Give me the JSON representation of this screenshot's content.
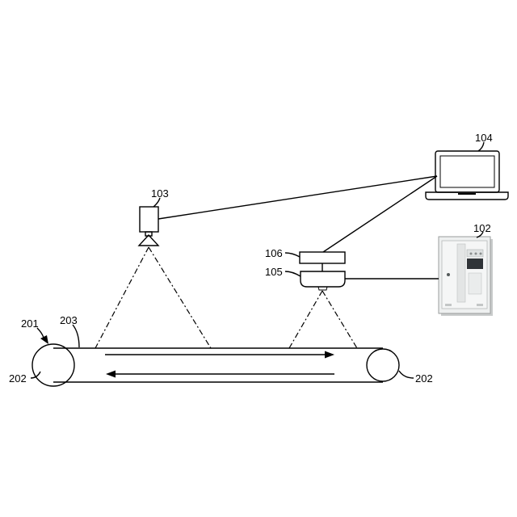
{
  "labels": {
    "belt_unit": "201",
    "roller_left": "202",
    "roller_right": "202",
    "belt": "203",
    "camera": "103",
    "laptop": "104",
    "controller_panel": "102",
    "device_upper": "106",
    "device_lower": "105"
  },
  "colors": {
    "stroke": "#000000",
    "background": "#ffffff",
    "panel_body": "#eef0f0",
    "panel_shadow": "#c9cccc",
    "panel_display": "#303438"
  },
  "icons": {
    "camera": "camera-icon",
    "laptop": "laptop-icon",
    "panel": "control-panel-icon"
  }
}
